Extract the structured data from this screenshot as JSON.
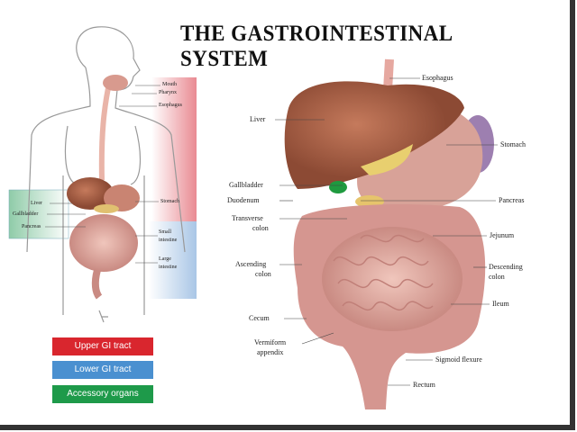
{
  "title": "THE GASTROINTESTINAL SYSTEM",
  "left_figure": {
    "labels": {
      "mouth": "Mouth",
      "pharynx": "Pharynx",
      "esophagus": "Esophagus",
      "liver": "Liver",
      "gallbladder": "Gallbladder",
      "pancreas": "Pancreas",
      "stomach": "Stomach",
      "small_intestine_1": "Small",
      "small_intestine_2": "intestine",
      "large_intestine_1": "Large",
      "large_intestine_2": "intestine"
    }
  },
  "legend": [
    {
      "label": "Upper GI tract",
      "color": "#d9262e"
    },
    {
      "label": "Lower GI tract",
      "color": "#4a90d0"
    },
    {
      "label": "Accessory organs",
      "color": "#1e9a4a"
    }
  ],
  "main_diagram": {
    "labels": {
      "esophagus": "Esophagus",
      "liver": "Liver",
      "stomach": "Stomach",
      "gallbladder": "Gallbladder",
      "duodenum": "Duodenum",
      "pancreas": "Pancreas",
      "transverse_colon_1": "Transverse",
      "transverse_colon_2": "colon",
      "jejunum": "Jejunum",
      "ascending_colon_1": "Ascending",
      "ascending_colon_2": "colon",
      "descending_colon_1": "Descending",
      "descending_colon_2": "colon",
      "ileum": "Ileum",
      "cecum": "Cecum",
      "appendix_1": "Vermiform",
      "appendix_2": "appendix",
      "sigmoid": "Sigmoid flexure",
      "rectum": "Rectum"
    }
  }
}
